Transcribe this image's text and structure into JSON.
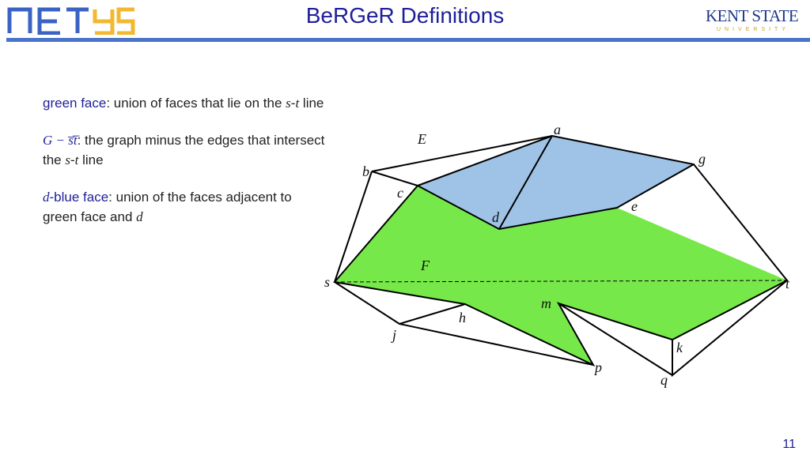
{
  "header": {
    "title": "BeRGeR Definitions",
    "logo_text": "NETYS",
    "university_logo": {
      "name": "KENT STATE",
      "sub": "UNIVERSITY"
    }
  },
  "definitions": [
    {
      "term": "green face",
      "rest": ": union of faces that lie on the ",
      "var1": "s",
      "dash": "-",
      "var2": "t",
      "tail": " line"
    },
    {
      "term": "G − s̅t̅",
      "rest": ": the graph minus the edges that intersect the ",
      "var1": "s",
      "dash": "-",
      "var2": "t",
      "tail": " line"
    },
    {
      "var0": "d",
      "term": "-blue face",
      "rest": ": union of the faces adjacent to green face and ",
      "var1": "d"
    }
  ],
  "diagram": {
    "vertex_labels": {
      "a": "a",
      "b": "b",
      "c": "c",
      "d": "d",
      "e": "e",
      "g": "g",
      "s": "s",
      "t": "t",
      "h": "h",
      "j": "j",
      "m": "m",
      "p": "p",
      "k": "k",
      "q": "q"
    },
    "face_labels": {
      "E": "E",
      "F": "F"
    },
    "colors": {
      "green_face": "#77e84a",
      "blue_face": "#9fc3e6",
      "edge": "#000000"
    }
  },
  "page_number": "11",
  "colors": {
    "title": "#1f1f9a",
    "rule": "#4a74c9",
    "logo_blue": "#3a63c4",
    "logo_gold": "#f2b830"
  }
}
